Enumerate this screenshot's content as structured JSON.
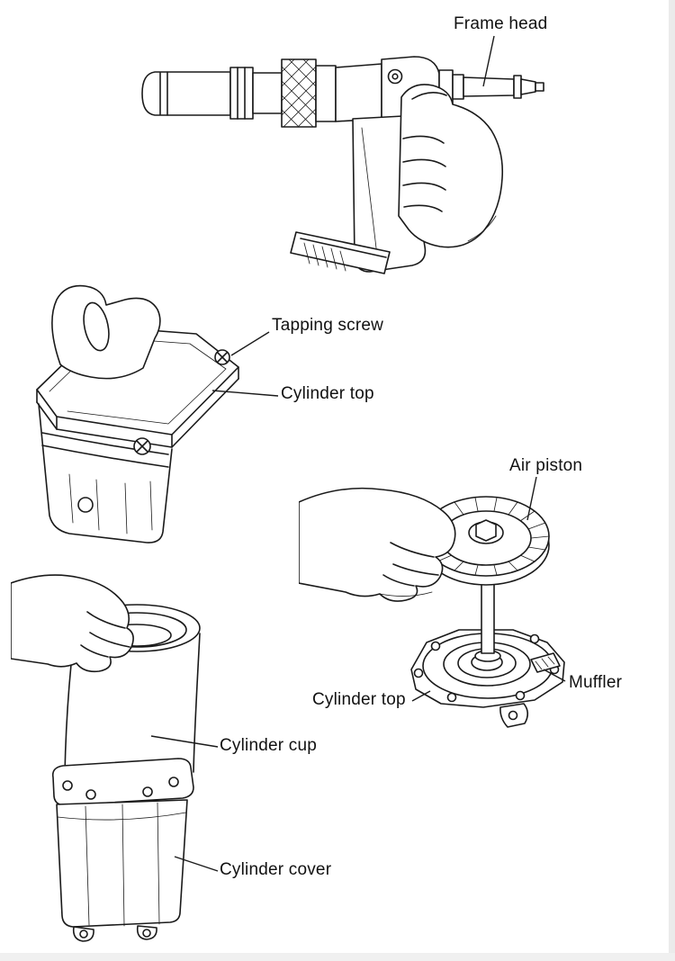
{
  "colors": {
    "background": "#ffffff",
    "line": "#1a1a1a",
    "label_text": "#111111"
  },
  "labels": {
    "frame_head": "Frame head",
    "tapping_screw": "Tapping screw",
    "cylinder_top_upper": "Cylinder top",
    "air_piston": "Air piston",
    "muffler": "Muffler",
    "cylinder_top_lower": "Cylinder top",
    "cylinder_cup": "Cylinder cup",
    "cylinder_cover": "Cylinder cover"
  }
}
